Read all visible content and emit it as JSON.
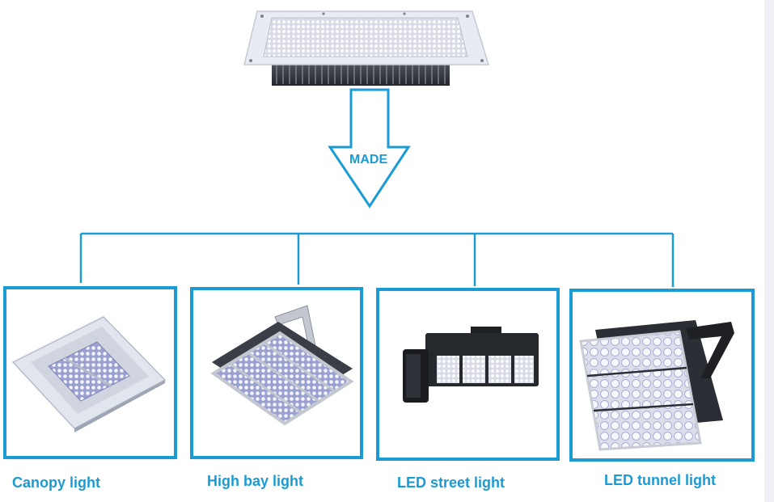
{
  "arrow": {
    "label": "MADE"
  },
  "products": [
    {
      "label": "Canopy light"
    },
    {
      "label": "High bay light"
    },
    {
      "label": "LED street light"
    },
    {
      "label": "LED tunnel light"
    }
  ],
  "colors": {
    "accent": "#1b9bd4",
    "module_face": "#e8ebf2",
    "heatsink": "#3b3f48",
    "led": "#f4f6fb"
  }
}
